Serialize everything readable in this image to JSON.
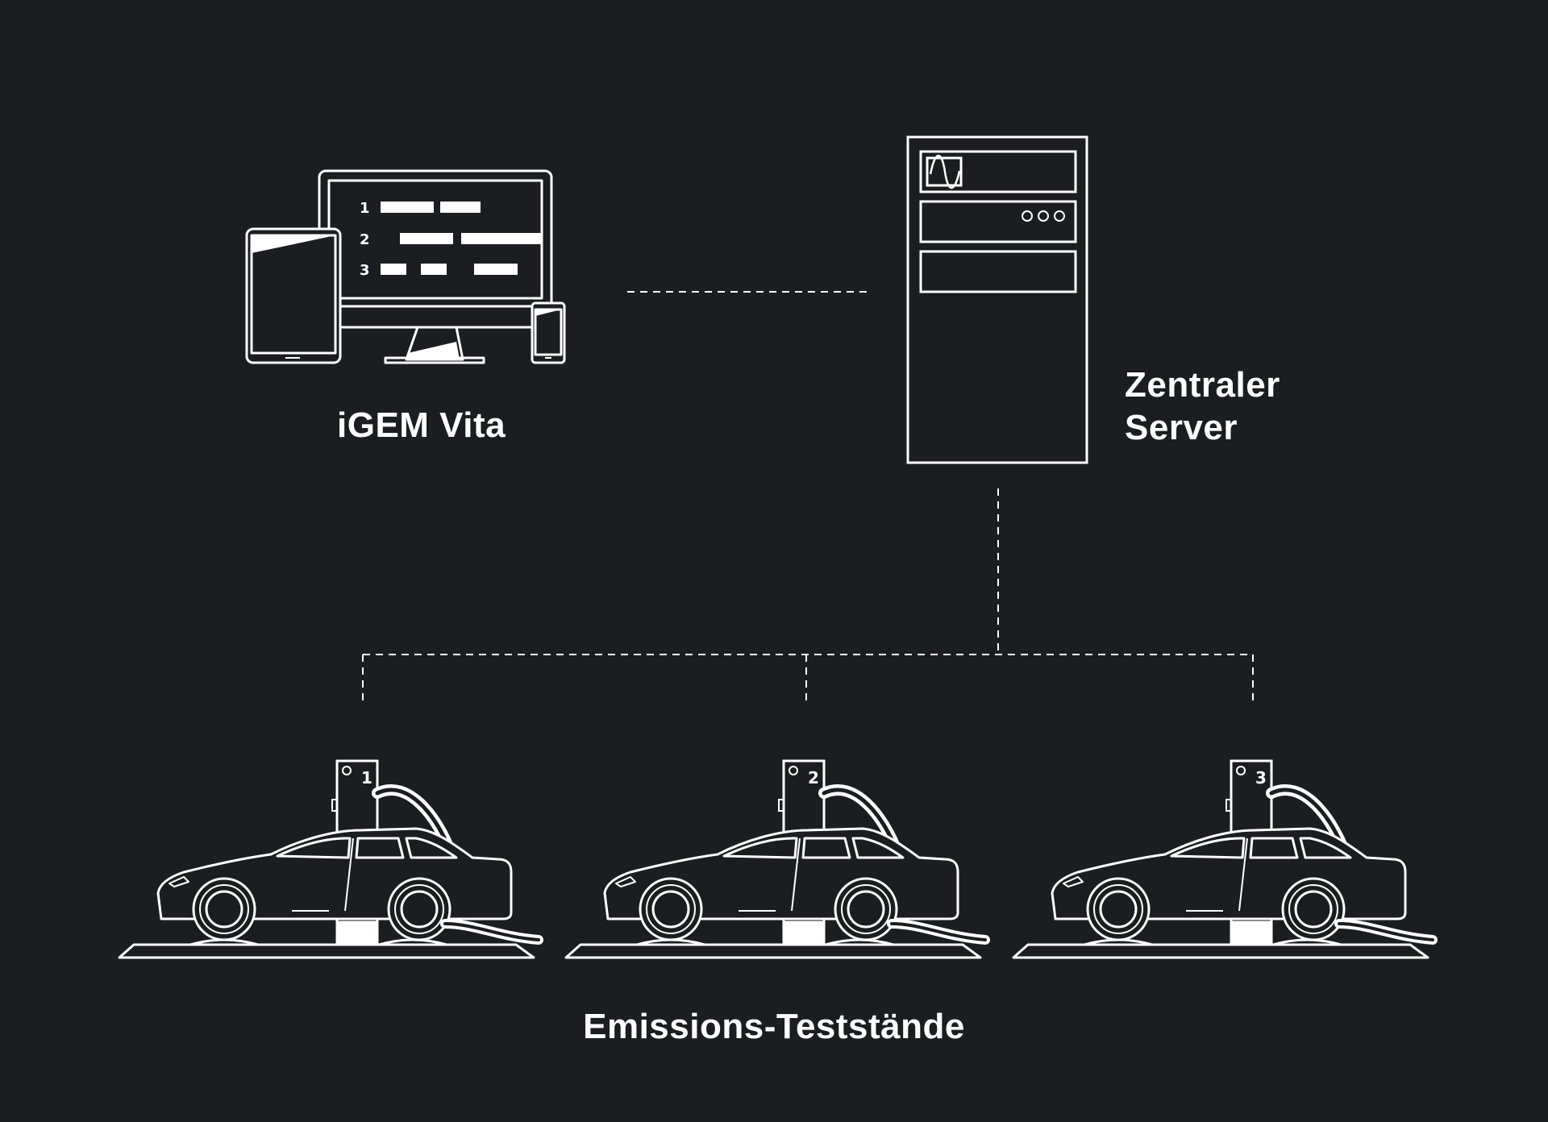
{
  "colors": {
    "background": "#1c1d21",
    "stroke": "#ffffff"
  },
  "icons": {
    "devices": [
      "desktop-monitor-icon",
      "tablet-icon",
      "smartphone-icon"
    ],
    "server": "server-tower-icon",
    "stand": [
      "car-icon",
      "emission-analyzer-icon",
      "exhaust-hose-icon",
      "dyno-platform-icon"
    ]
  },
  "devices": {
    "label": "iGEM Vita",
    "screen_rows": [
      "1",
      "2",
      "3"
    ]
  },
  "server": {
    "label_line1": "Zentraler",
    "label_line2": "Server"
  },
  "stands": {
    "label": "Emissions-Teststände",
    "units": [
      {
        "number": "1"
      },
      {
        "number": "2"
      },
      {
        "number": "3"
      }
    ]
  }
}
